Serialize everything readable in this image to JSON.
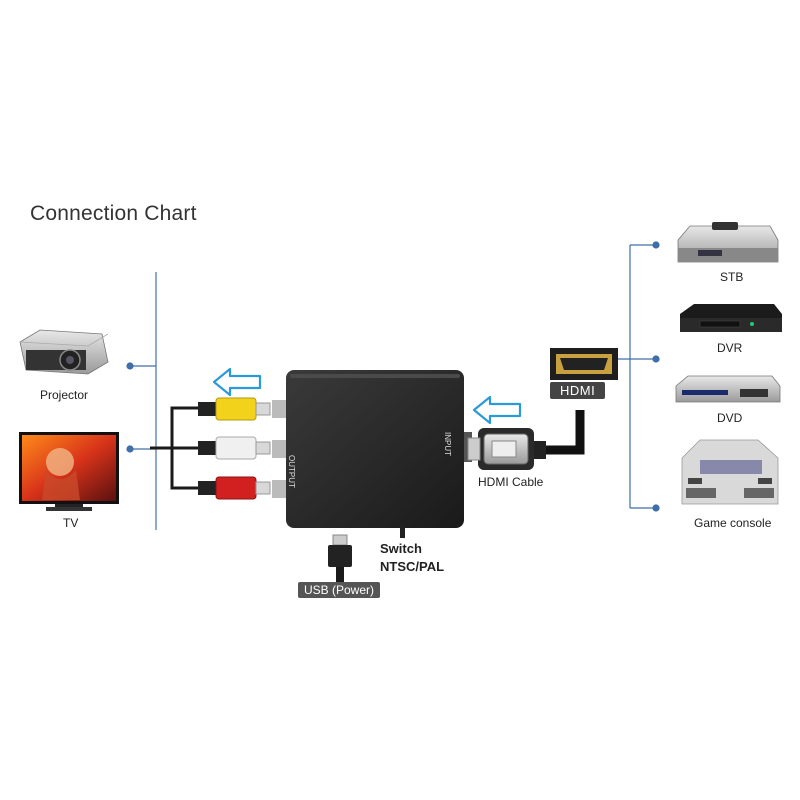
{
  "title": "Connection Chart",
  "labels": {
    "projector": "Projector",
    "tv": "TV",
    "stb": "STB",
    "dvr": "DVR",
    "dvd": "DVD",
    "game_console": "Game console",
    "hdmi_cable": "HDMI Cable",
    "hdmi_tag": "HDMI",
    "switch_line1": "Switch",
    "switch_line2": "NTSC/PAL",
    "usb": "USB (Power)",
    "output_port": "OUTPUT",
    "input_port": "INPUT"
  },
  "colors": {
    "bracket": "#3f6fa8",
    "arrow": "#2b9ad6",
    "device_body": "#2b2b2b",
    "rca_yellow": "#f2d21b",
    "rca_white": "#f0f0f0",
    "rca_red": "#d22020"
  },
  "icons": [
    "projector-icon",
    "tv-icon",
    "stb-icon",
    "dvr-icon",
    "dvd-icon",
    "game-console-icon",
    "hdmi-plug-icon",
    "usb-plug-icon",
    "rca-plug-icon",
    "arrow-left-icon"
  ]
}
